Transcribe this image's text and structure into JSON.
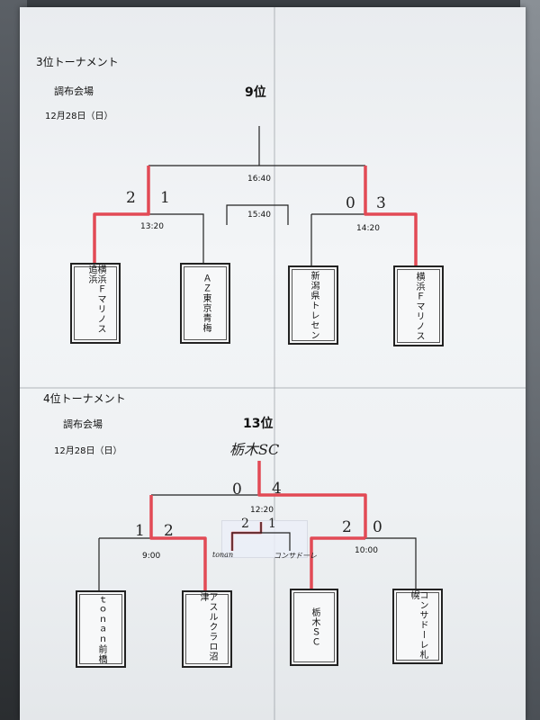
{
  "top": {
    "heading": "3位トーナメント",
    "venue": "調布会場",
    "date": "12月28日（日）",
    "place": "9位",
    "times": {
      "final": "16:40",
      "third": "15:40",
      "semi_left": "13:20",
      "semi_right": "14:20"
    },
    "scores": {
      "left_a": "2",
      "left_b": "1",
      "right_a": "0",
      "right_b": "3"
    },
    "teams": [
      "横浜Ｆマリノス追浜",
      "ＡＺ東京青梅",
      "新潟県トレセン",
      "横浜Ｆマリノス"
    ]
  },
  "bottom": {
    "heading": "4位トーナメント",
    "venue": "調布会場",
    "date": "12月28日（日）",
    "place": "13位",
    "winner_note": "栃木SC",
    "times": {
      "final": "12:20",
      "semi_left": "9:00",
      "semi_right": "10:00"
    },
    "scores": {
      "final_left": "0",
      "final_right": "4",
      "left_a": "1",
      "left_b": "2",
      "right_a": "2",
      "right_b": "0",
      "mid_a": "2",
      "mid_b": "1"
    },
    "mid_labels": {
      "left": "tonan",
      "right": "コンサドーレ"
    },
    "teams": [
      "ｔｏｎａｎ前橋",
      "アスルクラロ沼津",
      "栃木ＳＣ",
      "コンサドーレ札幌"
    ]
  },
  "colors": {
    "line": "#222222",
    "winner": "#e24a55",
    "paper": "#eef1f3"
  }
}
